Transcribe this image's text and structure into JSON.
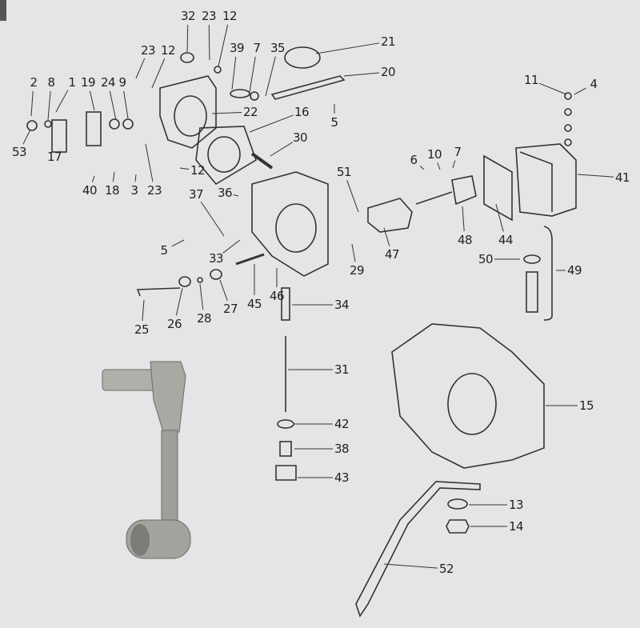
{
  "diagram": {
    "type": "exploded parts diagram (carburetor) with photographed tool",
    "callouts": [
      "32",
      "23",
      "12",
      "21",
      "23",
      "12",
      "39",
      "7",
      "35",
      "20",
      "11",
      "4",
      "2",
      "8",
      "1",
      "19",
      "24",
      "9",
      "22",
      "16",
      "5",
      "53",
      "17",
      "30",
      "6",
      "10",
      "7",
      "51",
      "41",
      "12",
      "40",
      "18",
      "3",
      "23",
      "37",
      "36",
      "5",
      "33",
      "47",
      "48",
      "44",
      "50",
      "49",
      "29",
      "34",
      "25",
      "26",
      "28",
      "27",
      "45",
      "46",
      "31",
      "15",
      "42",
      "38",
      "43",
      "13",
      "14",
      "52"
    ]
  },
  "colors": {
    "background": "#e3e5e6",
    "ink": "#2a2a2a",
    "metal": "#a9a8a3"
  }
}
